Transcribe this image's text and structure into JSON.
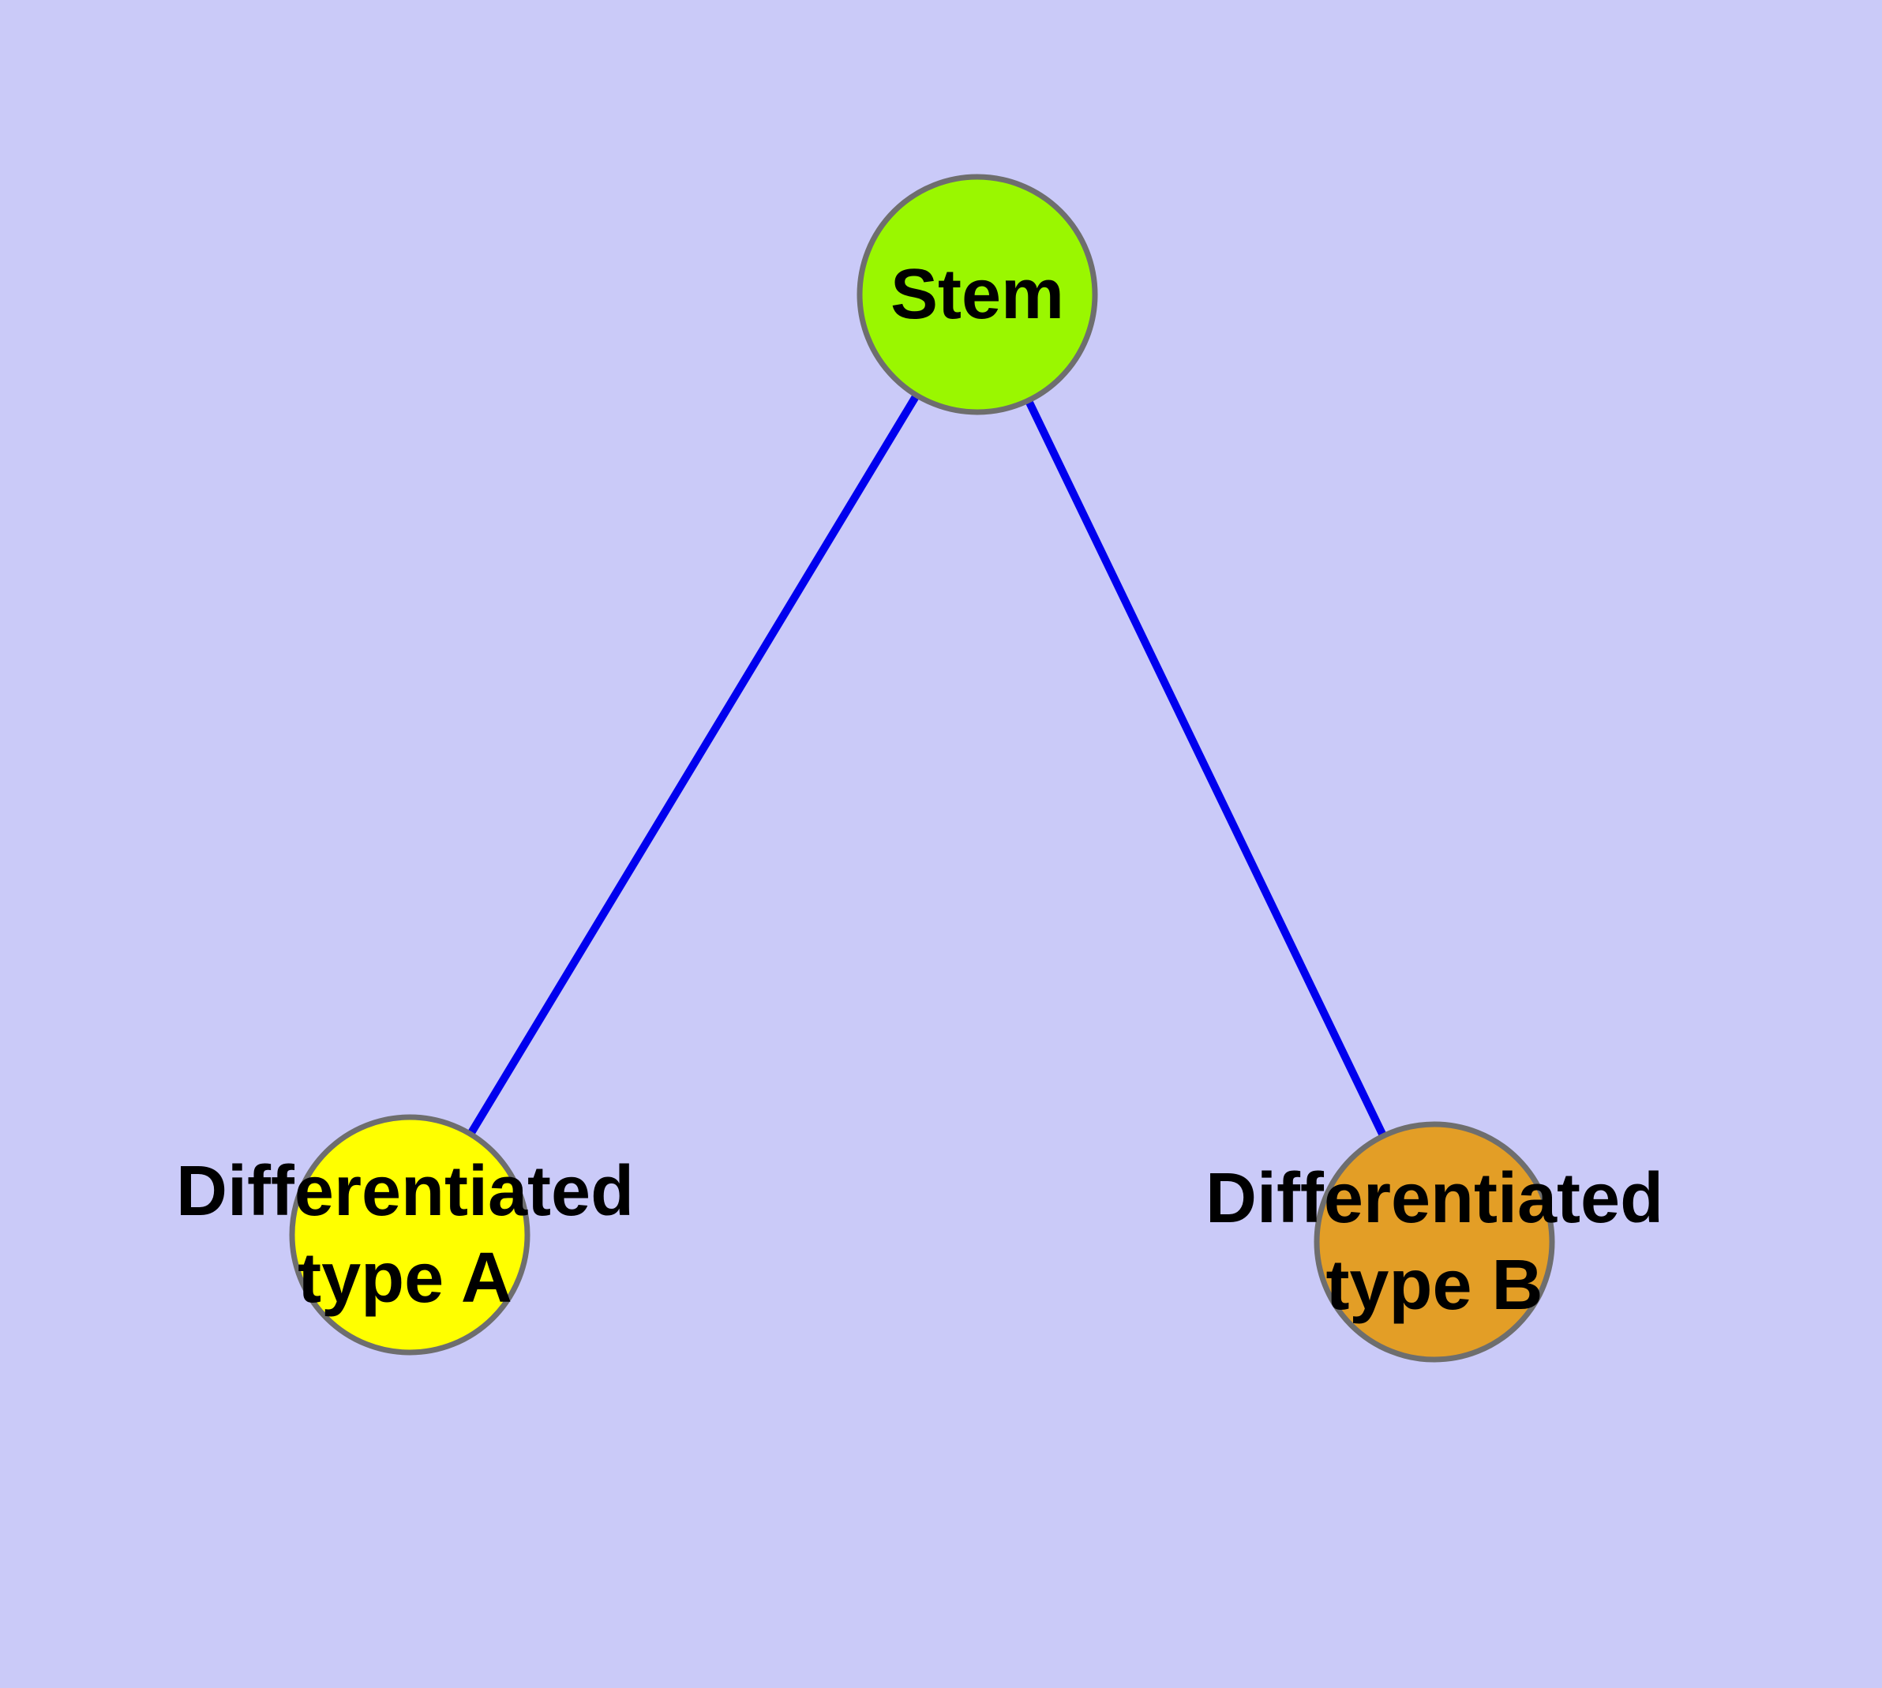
{
  "diagram": {
    "type": "graph",
    "description": "Cell differentiation diagram: a Stem node connected to two differentiated cell type nodes",
    "background_color": "#CACAF8",
    "edge_color": "#0000EE",
    "node_border_color": "#6E6E6E",
    "text_color": "#000000",
    "nodes": [
      {
        "id": "stem",
        "label": "Stem",
        "color": "#9AF700"
      },
      {
        "id": "differentiated-type-a",
        "label": "Differentiated\ntype A",
        "color": "#FFFF00"
      },
      {
        "id": "differentiated-type-b",
        "label": "Differentiated\ntype B",
        "color": "#E39E26"
      }
    ],
    "edges": [
      {
        "from": "stem",
        "to": "differentiated-type-a"
      },
      {
        "from": "stem",
        "to": "differentiated-type-b"
      }
    ]
  }
}
